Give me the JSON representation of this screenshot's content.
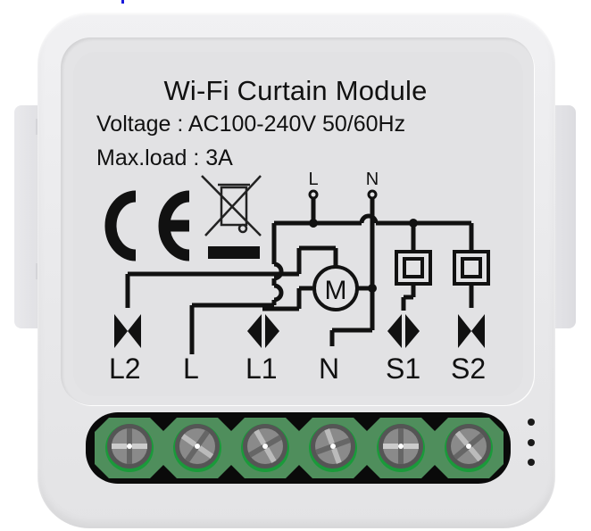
{
  "device": {
    "title": "Wi-Fi Curtain Module",
    "voltage": "Voltage : AC100-240V 50/60Hz",
    "max_load": "Max.load : 3A"
  },
  "marks": {
    "ce": "CE",
    "weee": "crossed-out-bin-icon"
  },
  "schematic": {
    "top_labels": [
      "L",
      "N"
    ],
    "motor_label": "M",
    "terminal_labels": [
      "L2",
      "L",
      "L1",
      "N",
      "S1",
      "S2"
    ]
  },
  "terminals": {
    "count": 6,
    "color": "#4a8a5a"
  },
  "colors": {
    "body": "#ececee",
    "panel": "#e3e3e5",
    "ink": "#111111",
    "terminal_green": "#4f8e5c",
    "terminal_dark": "#0a0a0a"
  }
}
